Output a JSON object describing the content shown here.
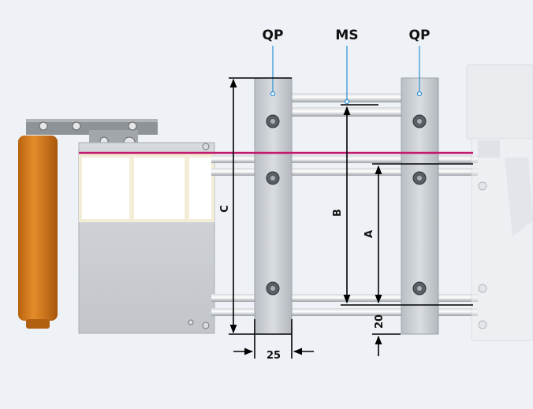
{
  "labels": {
    "qp_left": "QP",
    "ms": "MS",
    "qp_right": "QP",
    "dim_c": "C",
    "dim_b": "B",
    "dim_a": "A",
    "dim_20": "20",
    "dim_25": "25"
  },
  "colors": {
    "background": "#eef2f7",
    "roller": "#d9801e",
    "web_line": "#c21a6e",
    "leader": "#2b8fd6",
    "dimension": "#000000",
    "label_cell": "#ffffff"
  },
  "icons": [
    "roller",
    "bracket",
    "label-plate",
    "rod",
    "clamp-plate",
    "screw",
    "printer-head"
  ]
}
